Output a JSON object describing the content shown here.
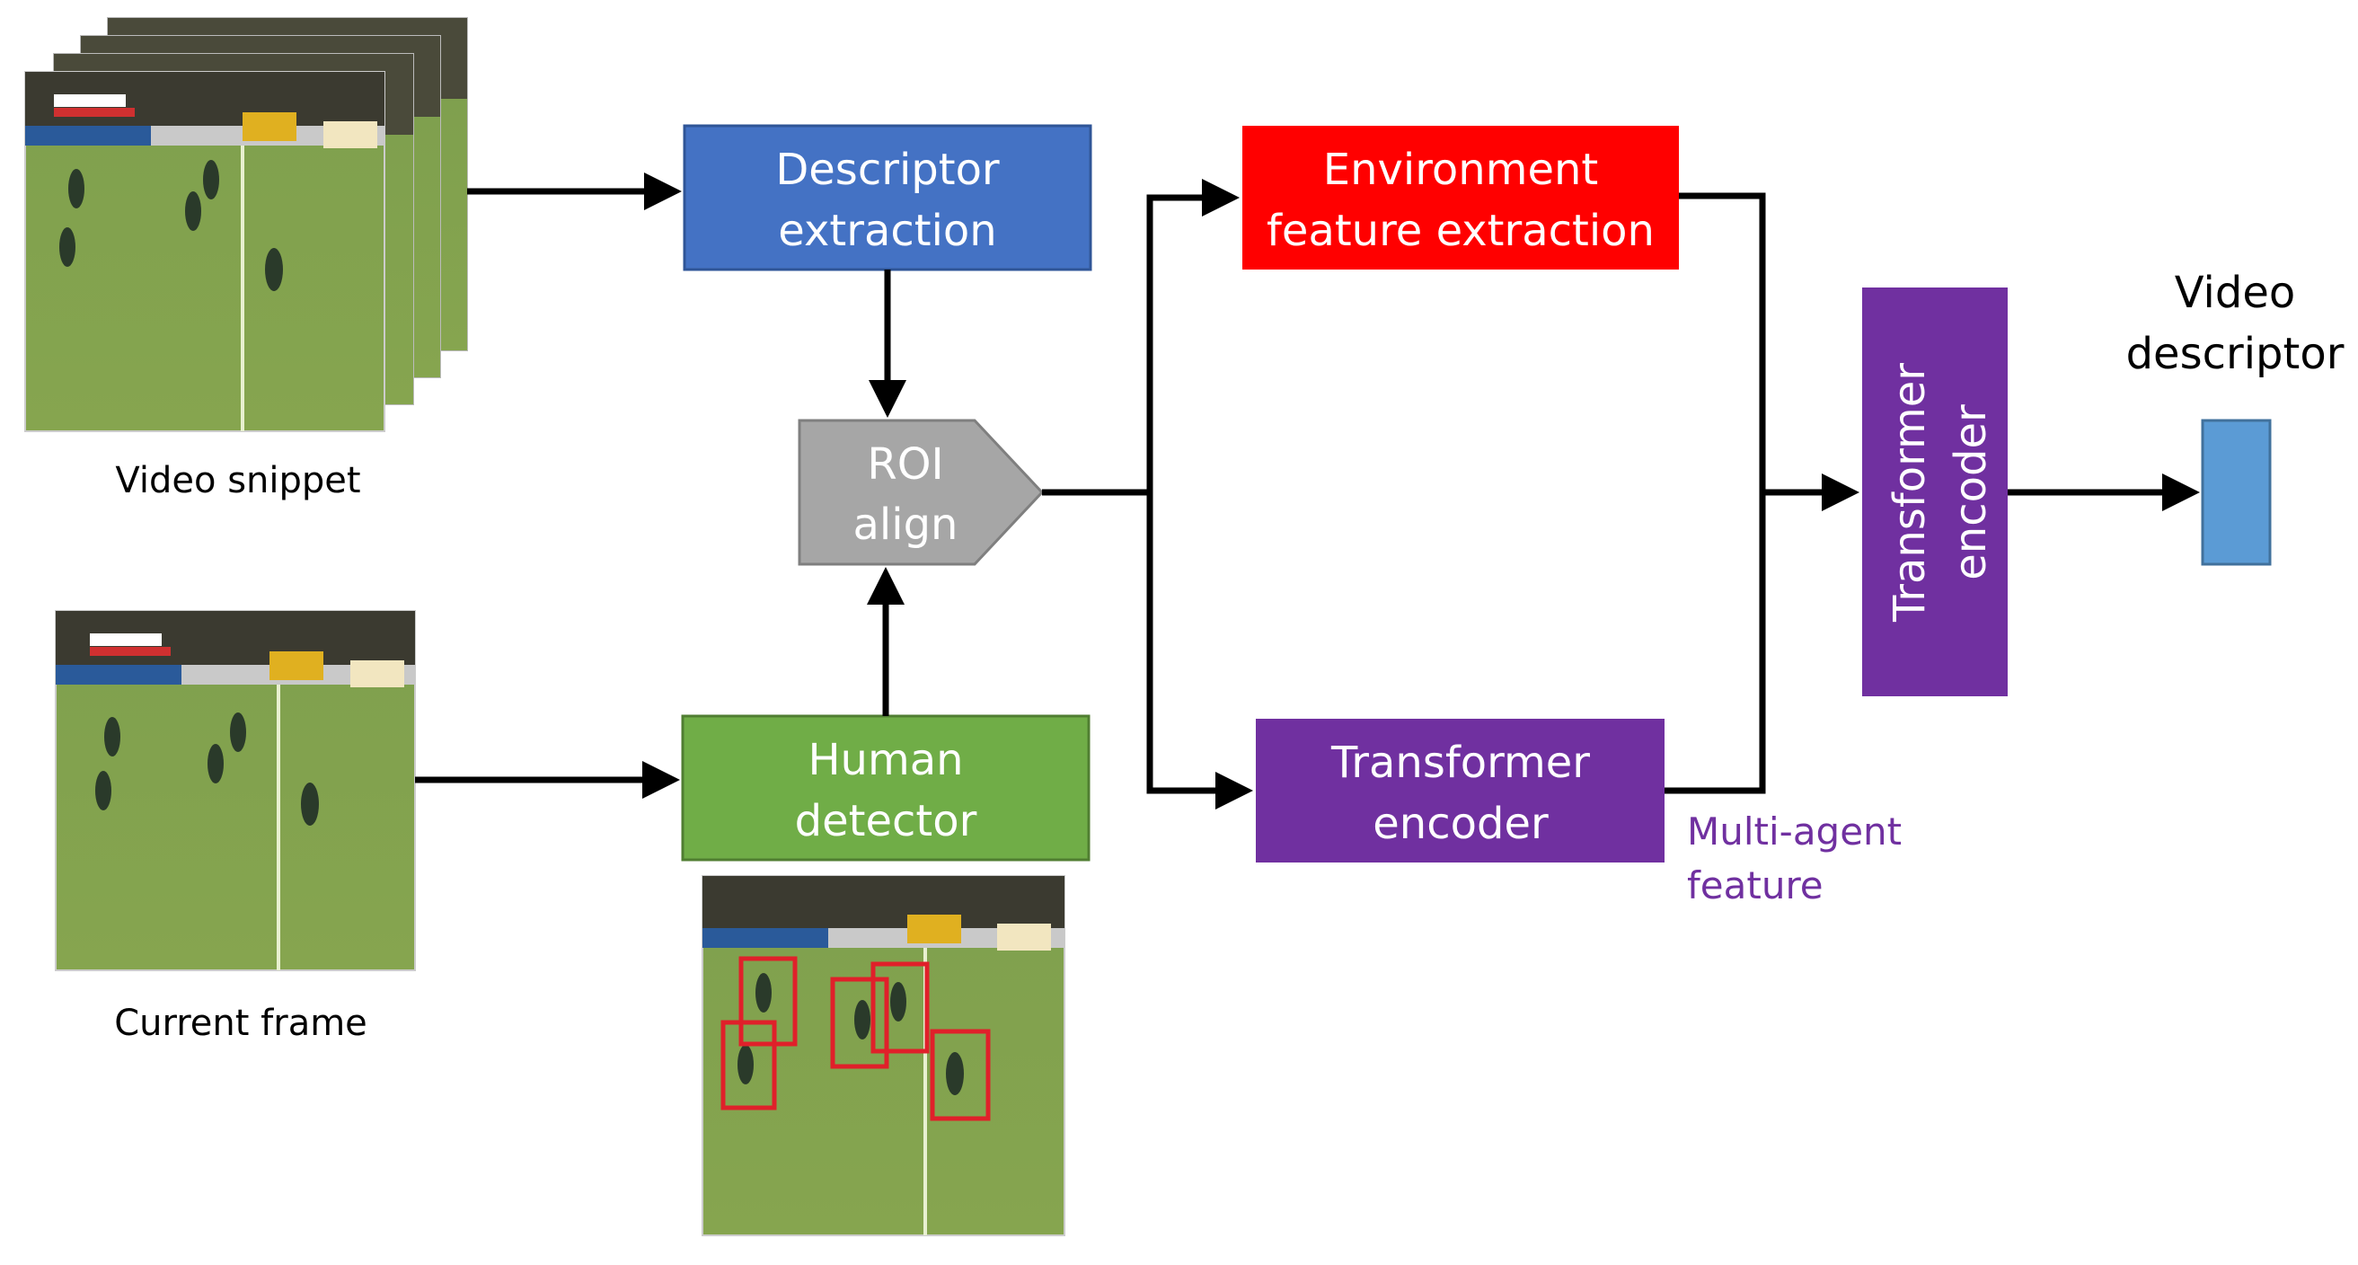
{
  "inputs": {
    "video_snippet_label": "Video snippet",
    "current_frame_label": "Current frame"
  },
  "boxes": {
    "descriptor_extraction": {
      "line1": "Descriptor",
      "line2": "extraction",
      "color": "#4472c4"
    },
    "human_detector": {
      "line1": "Human",
      "line2": "detector",
      "color": "#70ad47"
    },
    "roi_align": {
      "line1": "ROI",
      "line2": "align",
      "color": "#a6a6a6"
    },
    "environment_feature_extraction": {
      "line1": "Environment",
      "line2": "feature extraction",
      "color": "#ff0000"
    },
    "transformer_encoder_agent": {
      "line1": "Transformer",
      "line2": "encoder",
      "color": "#7030a0"
    },
    "transformer_encoder_final": {
      "line1": "Transformer",
      "line2": "encoder",
      "color": "#7030a0"
    }
  },
  "annotations": {
    "multi_agent_line1": "Multi-agent",
    "multi_agent_line2": "feature",
    "multi_agent_color": "#7030a0"
  },
  "output": {
    "line1": "Video",
    "line2": "descriptor",
    "color": "#5b9bd5"
  },
  "icons": {
    "frame_image": "soccer-field-frame",
    "detection_box": "red-bounding-box"
  },
  "detection_box_color": "#e0202a"
}
